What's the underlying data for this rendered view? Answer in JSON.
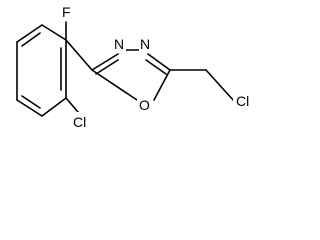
{
  "molecule": {
    "atoms": {
      "fluorine": "F",
      "chlorine_ring": "Cl",
      "nitrogen_1": "N",
      "nitrogen_2": "N",
      "oxygen": "O",
      "chlorine_methyl": "Cl"
    }
  },
  "colors": {
    "background": "#ffffff",
    "ink": "#000000"
  }
}
